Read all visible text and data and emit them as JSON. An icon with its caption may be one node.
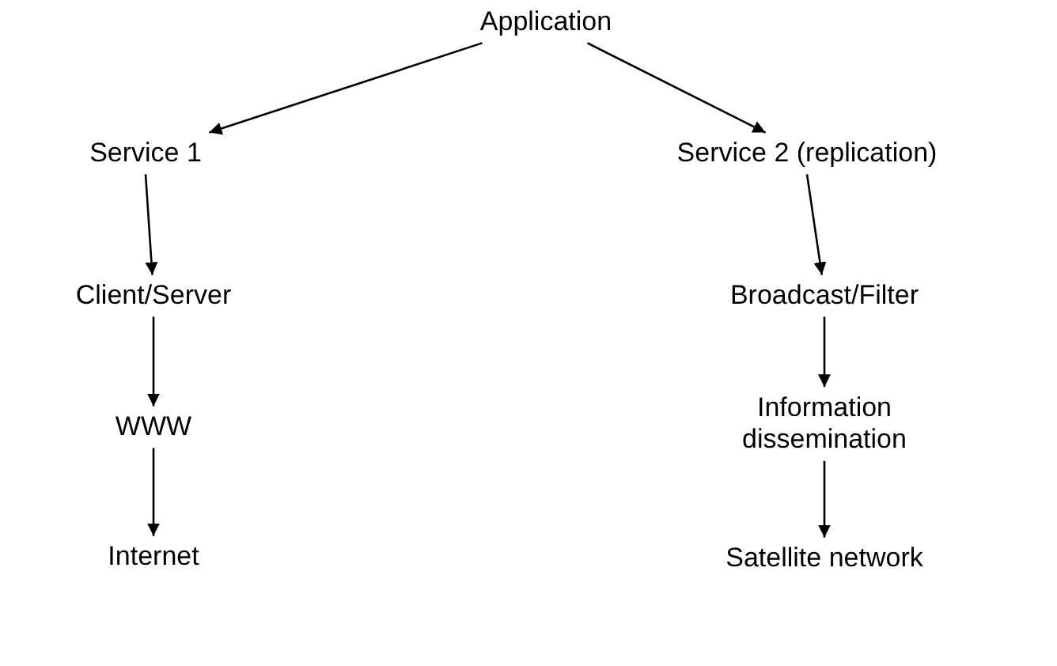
{
  "diagram": {
    "nodes": [
      {
        "text": [
          "Application"
        ]
      },
      {
        "text": [
          "Service 1"
        ]
      },
      {
        "text": [
          "Service 2 (replication)"
        ]
      },
      {
        "text": [
          "Client/Server"
        ]
      },
      {
        "text": [
          "WWW"
        ]
      },
      {
        "text": [
          "Internet"
        ]
      },
      {
        "text": [
          "Broadcast/Filter"
        ]
      },
      {
        "text": [
          "Information dissemination"
        ]
      },
      {
        "text": [
          "Satellite network"
        ]
      }
    ],
    "edges": [
      {
        "from": 0,
        "to": 1,
        "arrow": "to"
      },
      {
        "from": 0,
        "to": 2,
        "arrow": "to"
      },
      {
        "from": 1,
        "to": 3,
        "arrow": "to"
      },
      {
        "from": 3,
        "to": 4,
        "arrow": "to"
      },
      {
        "from": 4,
        "to": 5,
        "arrow": "to"
      },
      {
        "from": 2,
        "to": 6,
        "arrow": "to"
      },
      {
        "from": 6,
        "to": 7,
        "arrow": "to"
      },
      {
        "from": 7,
        "to": 8,
        "arrow": "to"
      }
    ]
  }
}
